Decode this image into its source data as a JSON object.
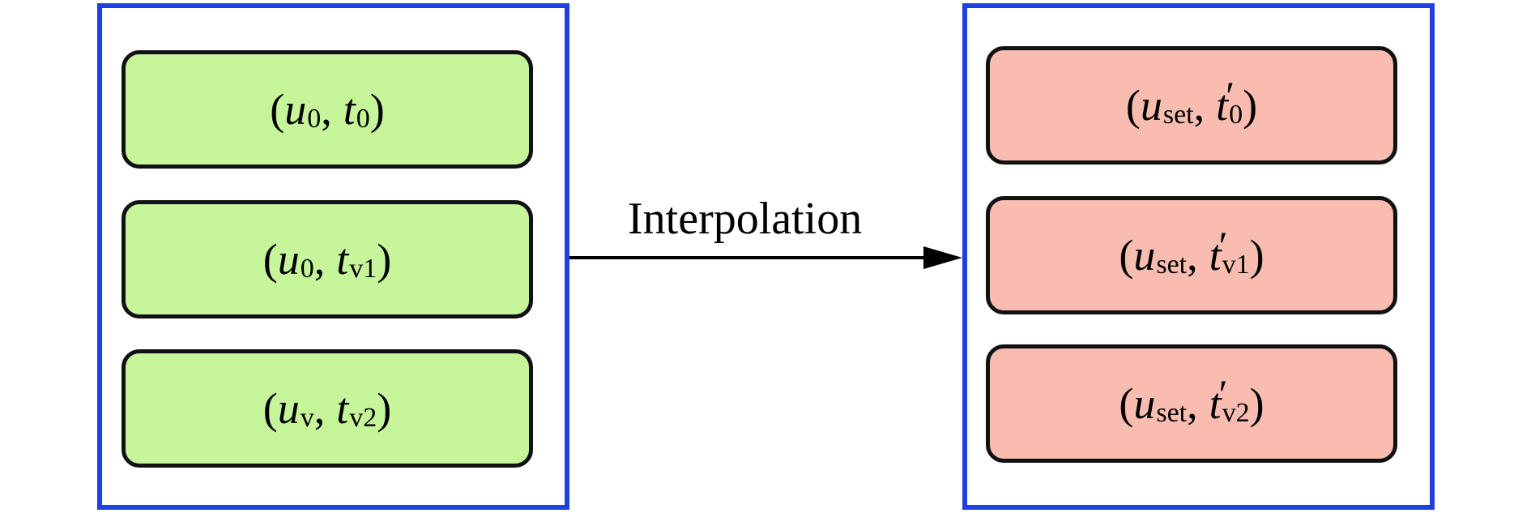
{
  "arrow": {
    "label": "Interpolation"
  },
  "left_panel": {
    "items": [
      {
        "var1": "u",
        "sub1": "0",
        "var2": "t",
        "sub2": "0",
        "prime2": ""
      },
      {
        "var1": "u",
        "sub1": "0",
        "var2": "t",
        "sub2": "v1",
        "prime2": ""
      },
      {
        "var1": "u",
        "sub1": "v",
        "var2": "t",
        "sub2": "v2",
        "prime2": ""
      }
    ]
  },
  "right_panel": {
    "items": [
      {
        "var1": "u",
        "sub1": "set",
        "var2": "t",
        "sub2": "0",
        "prime2": "′"
      },
      {
        "var1": "u",
        "sub1": "set",
        "var2": "t",
        "sub2": "v1",
        "prime2": "′"
      },
      {
        "var1": "u",
        "sub1": "set",
        "var2": "t",
        "sub2": "v2",
        "prime2": "′"
      }
    ]
  },
  "colors": {
    "panel_border": "#1f3fe0",
    "left_box_fill": "#c6f59a",
    "right_box_fill": "#f8bdb0",
    "box_border": "#111111"
  }
}
